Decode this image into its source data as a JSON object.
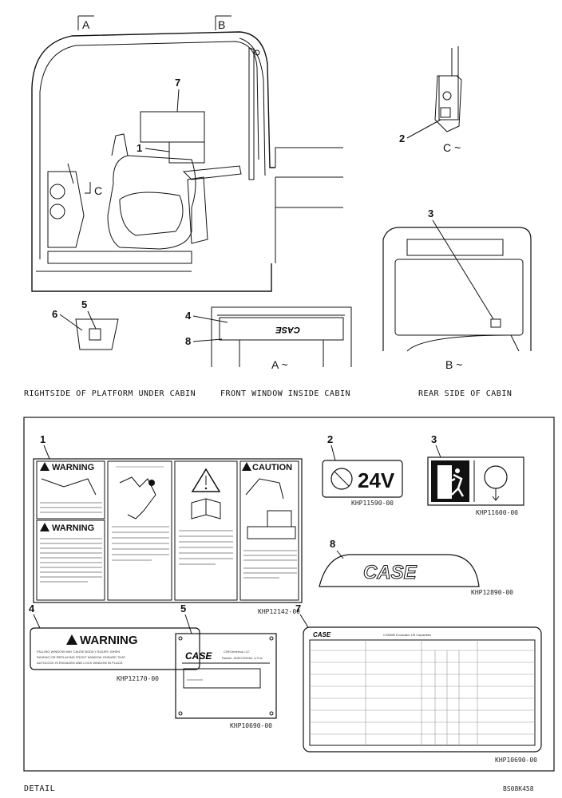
{
  "top": {
    "section_markers": [
      "A",
      "B"
    ],
    "view_c_marker": "C",
    "callouts": {
      "c1": "1",
      "c2": "2",
      "c3": "3",
      "c4": "4",
      "c5": "5",
      "c6": "6",
      "c7": "7",
      "c8": "8"
    },
    "view_labels": {
      "c": "C ~",
      "a": "A ~",
      "b": "B ~"
    },
    "front_window_logo": "CASE",
    "captions": {
      "rightside": "RIGHTSIDE OF PLATFORM UNDER CABIN",
      "front": "FRONT WINDOW INSIDE CABIN",
      "rear": "REAR SIDE OF CABIN"
    }
  },
  "detail": {
    "label": "DETAIL",
    "drawing_code": "BS08K458",
    "items": [
      {
        "num": "1",
        "part": "KHP12142-00"
      },
      {
        "num": "2",
        "part": "KHP11590-00"
      },
      {
        "num": "3",
        "part": "KHP11600-00"
      },
      {
        "num": "8",
        "part": "KHP12890-00"
      },
      {
        "num": "4",
        "part": "KHP12170-00"
      },
      {
        "num": "5",
        "part": "KHP10690-00"
      },
      {
        "num": "7",
        "part": "KHP10690-00"
      }
    ],
    "decal1": {
      "warning_top": "WARNING",
      "warning_mid": "WARNING",
      "caution": "CAUTION"
    },
    "decal2": {
      "voltage": "24V"
    },
    "decal8": {
      "logo": "CASE"
    },
    "decal4": {
      "title": "WARNING",
      "lines": [
        "FALLING WINDOW MAY CAUSE BODILY INJURY. WHEN",
        "RAISING OR REPLACING FRONT WINDOW, ENSURE THAT",
        "AUTOLOCK IS ENGAGED AND LOCK WINDOW IN PLACE."
      ]
    },
    "decal5": {
      "logo": "CASE",
      "company": "CNH America LLC",
      "address": "Racine, WISCONSIN, U.S.A."
    },
    "decal7": {
      "logo": "CASE",
      "title": "CX800B Excavator Lift Capacities"
    }
  }
}
